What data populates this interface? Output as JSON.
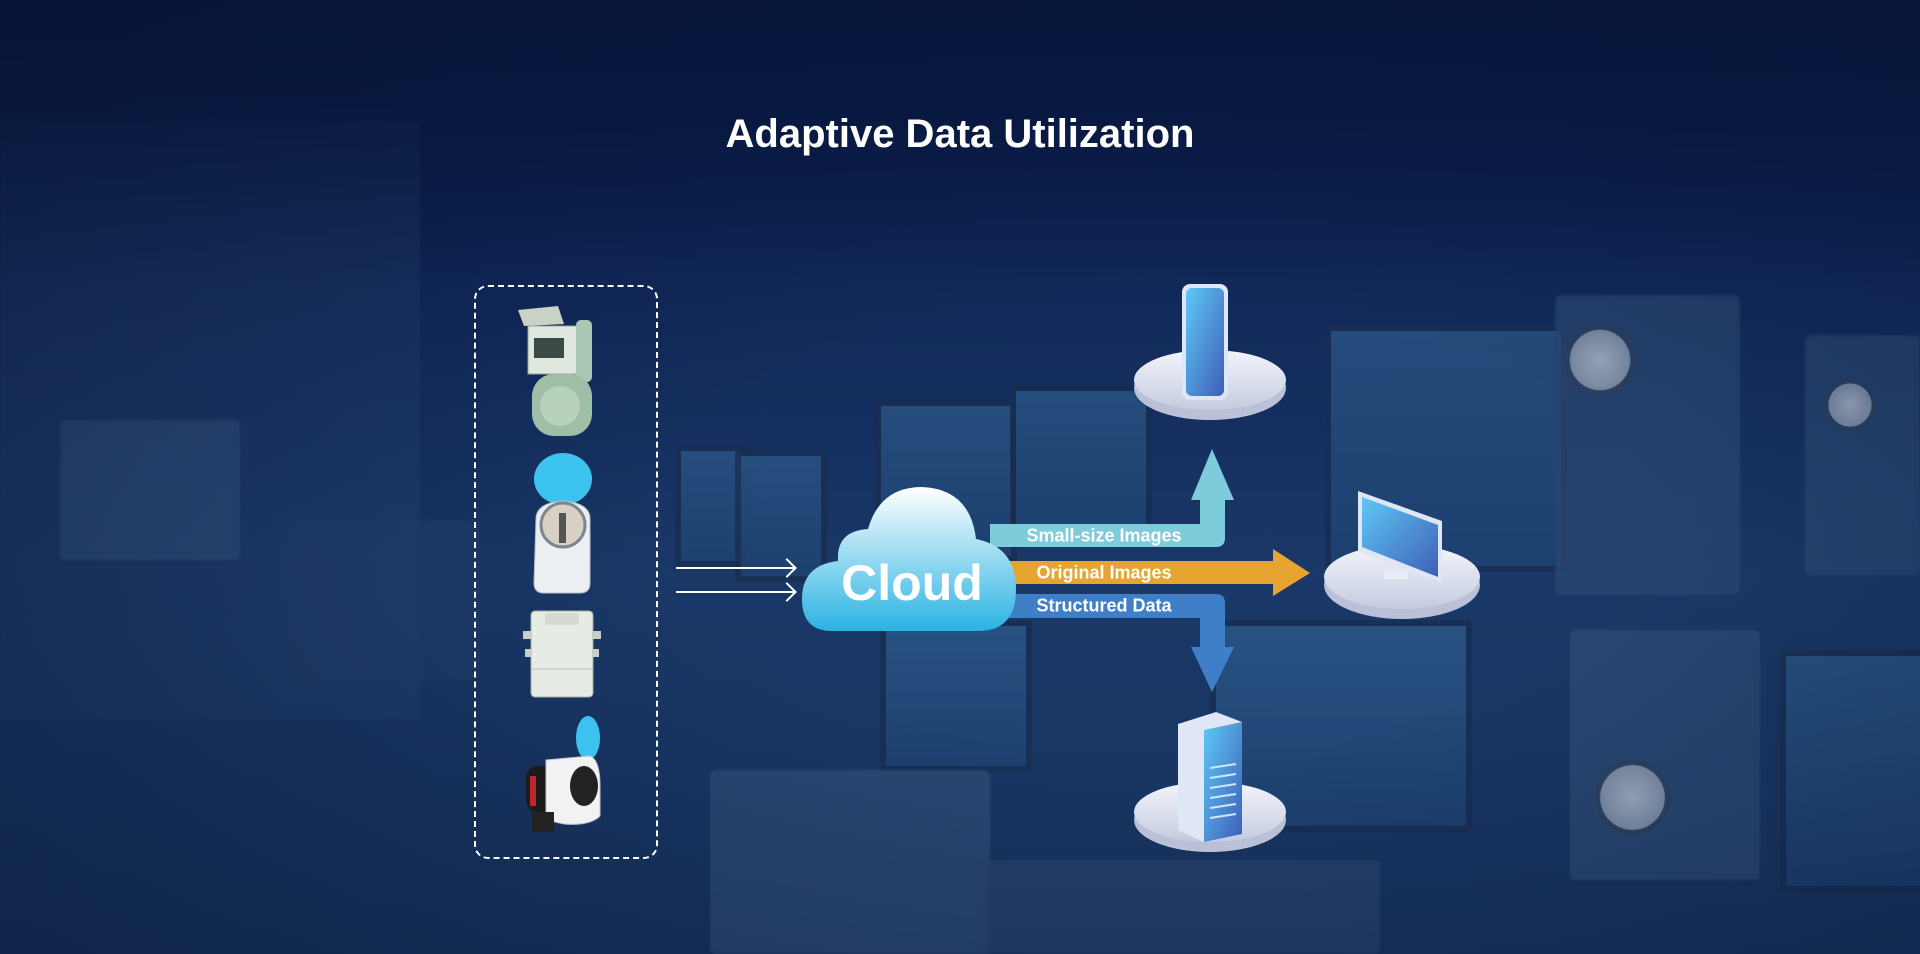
{
  "title": "Adaptive Data Utilization",
  "cloud": {
    "label": "Cloud"
  },
  "flows": [
    {
      "label": "Small-size Images",
      "target": "mobile phone",
      "color": "#7ecbdb"
    },
    {
      "label": "Original Images",
      "target": "monitor",
      "color": "#e5a530"
    },
    {
      "label": "Structured Data",
      "target": "server",
      "color": "#3f7fc8"
    }
  ],
  "devices": [
    "gas-meter",
    "water-meter",
    "electric-meter-box",
    "smart-water-meter"
  ],
  "colors": {
    "background": "#10285a",
    "accent_cyan": "#3cc3ef"
  }
}
